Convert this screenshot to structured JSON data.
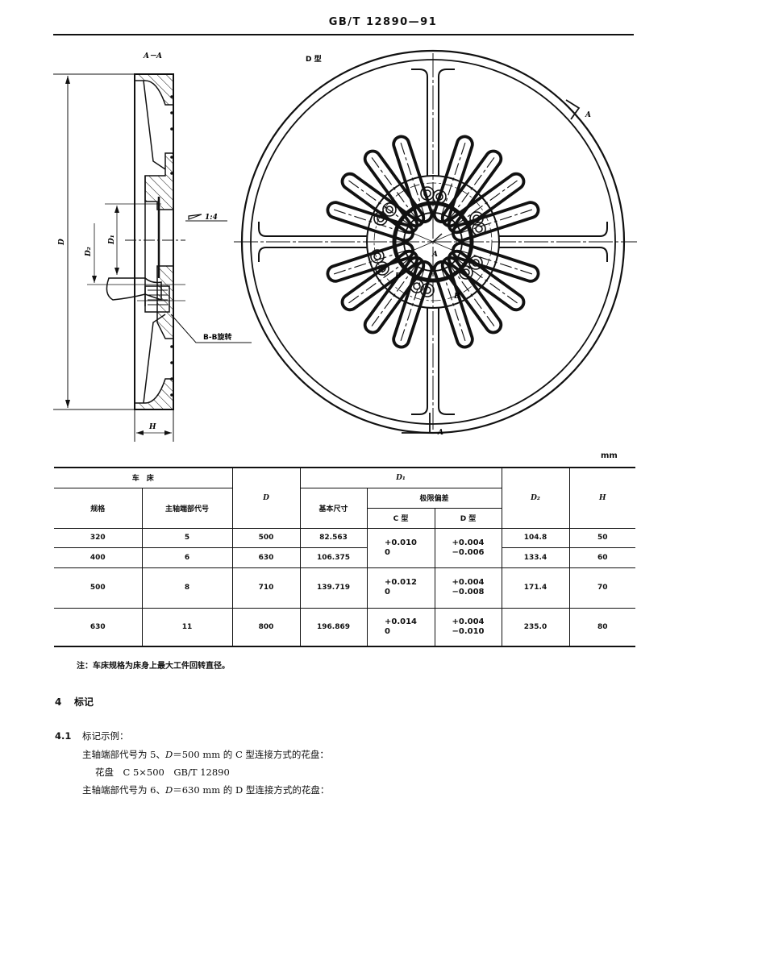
{
  "header": {
    "standard_code": "GB/T 12890—91"
  },
  "figure": {
    "section_view_label": "A－A",
    "plan_view_label": "D 型",
    "dimension_labels": {
      "D": "D",
      "D1": "D₁",
      "D2": "D₂",
      "H": "H",
      "taper": "1:4",
      "section_B": "B-B旋转",
      "cut_A_top": "A",
      "cut_A_bottom": "A",
      "center_A": "A",
      "bolt_B1": "B",
      "bolt_B2": "B"
    }
  },
  "table": {
    "unit": "mm",
    "headers": {
      "lathe": "车　床",
      "spec": "规格",
      "spindle_code": "主轴端部代号",
      "D": "D",
      "D1": "D₁",
      "basic_size": "基本尺寸",
      "limit_deviation": "极限偏差",
      "c_type": "C 型",
      "d_type": "D 型",
      "D2": "D₂",
      "H": "H"
    },
    "rows": [
      {
        "spec": "320",
        "spindle_code": "5",
        "D": "500",
        "basic_size": "82.563",
        "D2": "104.8",
        "H": "50"
      },
      {
        "spec": "400",
        "spindle_code": "6",
        "D": "630",
        "basic_size": "106.375",
        "D2": "133.4",
        "H": "60"
      },
      {
        "spec": "500",
        "spindle_code": "8",
        "D": "710",
        "basic_size": "139.719",
        "D2": "171.4",
        "H": "70"
      },
      {
        "spec": "630",
        "spindle_code": "11",
        "D": "800",
        "basic_size": "196.869",
        "D2": "235.0",
        "H": "80"
      }
    ],
    "tolerances": [
      {
        "rows": "320-400",
        "c_upper": "+0.010",
        "c_lower": "0",
        "d_upper": "+0.004",
        "d_lower": "−0.006"
      },
      {
        "rows": "500",
        "c_upper": "+0.012",
        "c_lower": "0",
        "d_upper": "+0.004",
        "d_lower": "−0.008"
      },
      {
        "rows": "630",
        "c_upper": "+0.014",
        "c_lower": "0",
        "d_upper": "+0.004",
        "d_lower": "−0.010"
      }
    ],
    "note": "注：车床规格为床身上最大工件回转直径。"
  },
  "section4": {
    "number": "4",
    "title": "标记",
    "sub_number": "4.1",
    "sub_title": "标记示例：",
    "example1_desc_pre": "主轴端部代号为 5、",
    "example1_desc_D": "D",
    "example1_desc_post": "＝500 mm 的 C 型连接方式的花盘：",
    "example1_mark": "花盘　C 5×500　GB/T 12890",
    "example2_desc_pre": "主轴端部代号为 6、",
    "example2_desc_D": "D",
    "example2_desc_post": "＝630 mm 的 D 型连接方式的花盘："
  }
}
